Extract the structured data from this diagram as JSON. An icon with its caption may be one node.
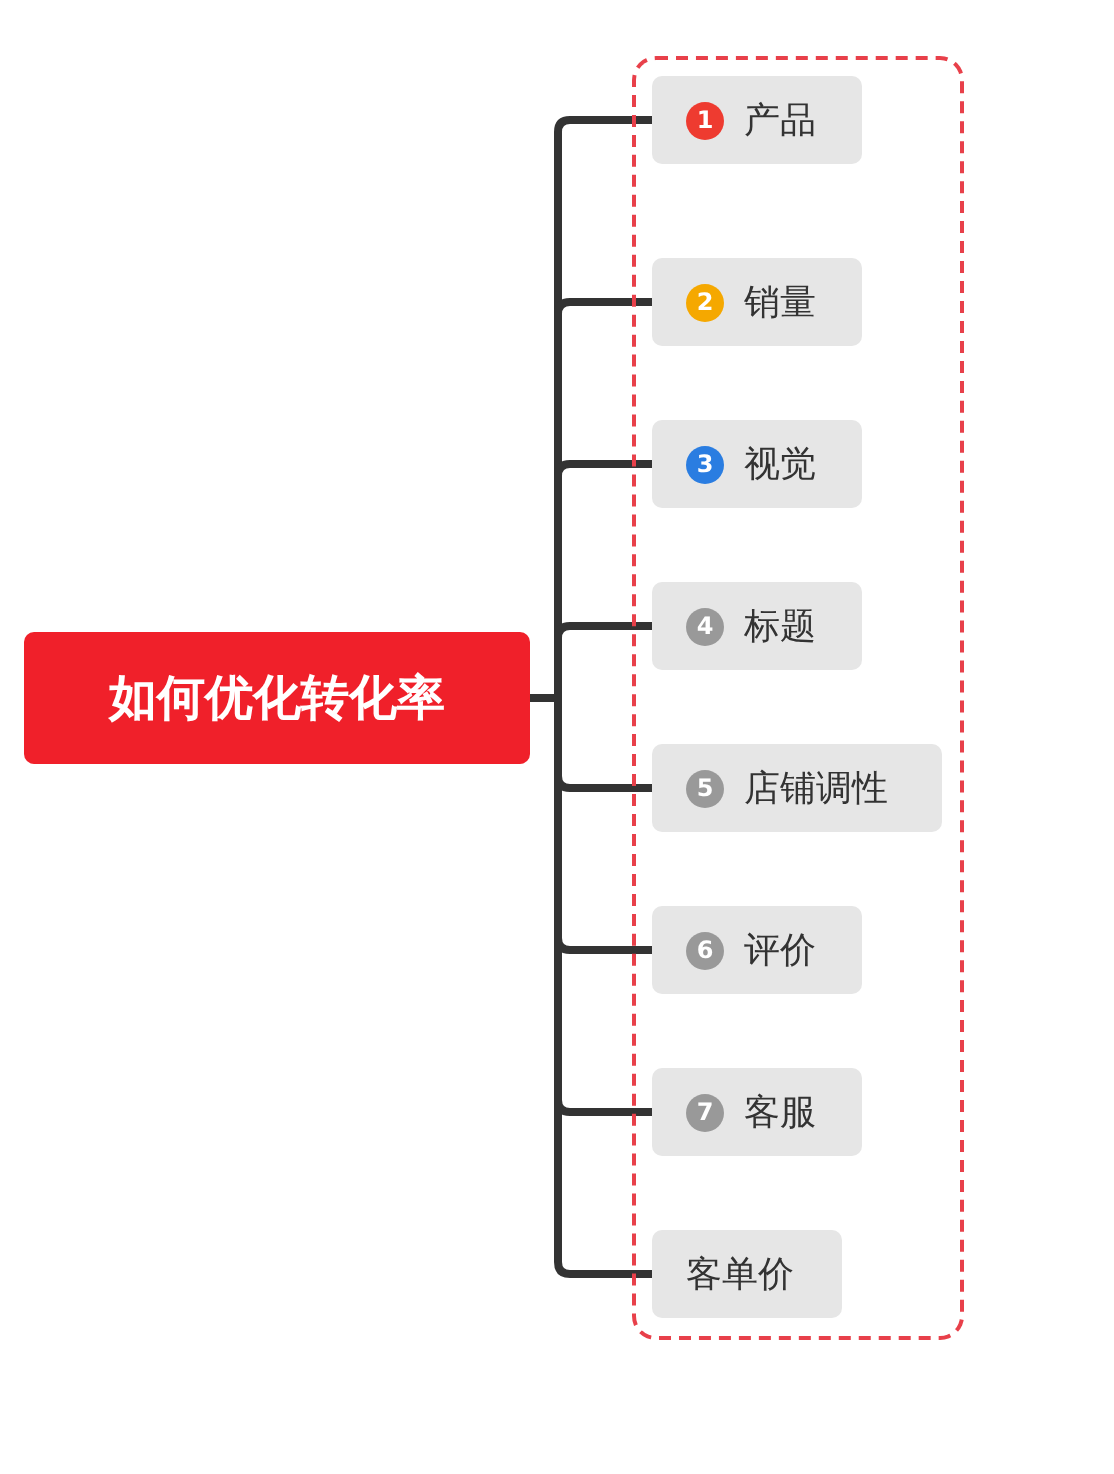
{
  "diagram": {
    "nodes": [
      {
        "text": [
          "如何优化转化率"
        ]
      },
      {
        "text": [],
        "shape": "box"
      },
      {
        "text": [
          "1",
          "产品"
        ],
        "in": 1
      },
      {
        "text": [
          "2",
          "销量"
        ],
        "in": 1
      },
      {
        "text": [
          "3",
          "视觉"
        ],
        "in": 1
      },
      {
        "text": [
          "4",
          "标题"
        ],
        "in": 1
      },
      {
        "text": [
          "5",
          "店铺调性"
        ],
        "in": 1
      },
      {
        "text": [
          "6",
          "评价"
        ],
        "in": 1
      },
      {
        "text": [
          "7",
          "客服"
        ],
        "in": 1
      },
      {
        "text": [
          "客单价"
        ],
        "in": 1
      }
    ],
    "edges": [
      {
        "from": 0,
        "to": 2,
        "arrow": "none"
      },
      {
        "from": 0,
        "to": 3,
        "arrow": "none"
      },
      {
        "from": 0,
        "to": 4,
        "arrow": "none"
      },
      {
        "from": 0,
        "to": 5,
        "arrow": "none"
      },
      {
        "from": 0,
        "to": 6,
        "arrow": "none"
      },
      {
        "from": 0,
        "to": 7,
        "arrow": "none"
      },
      {
        "from": 0,
        "to": 8,
        "arrow": "none"
      },
      {
        "from": 0,
        "to": 9,
        "arrow": "none"
      }
    ]
  }
}
